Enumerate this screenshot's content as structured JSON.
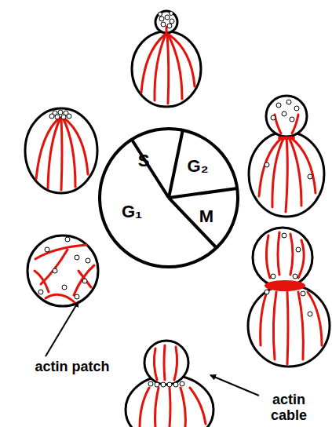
{
  "diagram": {
    "labels": [
      "S",
      "G₂",
      "G₁",
      "M",
      "actin patch",
      "actin cable"
    ]
  }
}
